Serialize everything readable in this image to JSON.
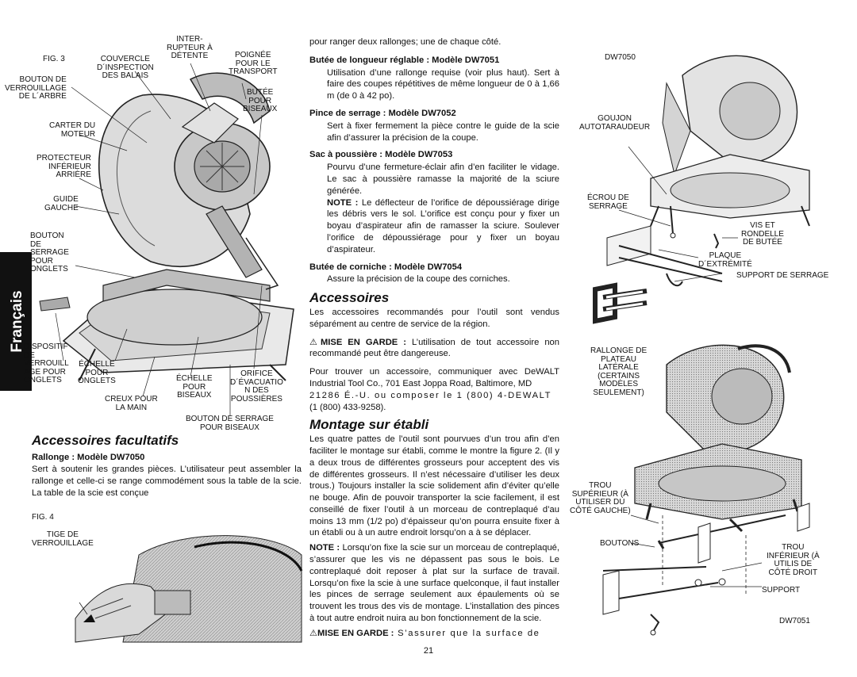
{
  "side_tab": "Français",
  "page_number": "21",
  "fig3": {
    "fig_label": "FIG. 3",
    "labels": {
      "inter_rupteur": "INTER-\nRUPTEUR À\nDÉTENTE",
      "couvercle": "COUVERCLE\nD´INSPECTION\nDES BALAIS",
      "poignee": "POIGNÉE\nPOUR LE\nTRANSPORT",
      "bouton_verrouillage": "BOUTON DE\nVERROUILLAGE\nDE L´ARBRE",
      "butee_biseaux": "BUTÉE\nPOUR\nBISEAUX",
      "carter": "CARTER DU\nMOTEUR",
      "protecteur": "PROTECTEUR\nINFÉRIEUR\nARRIÈRE",
      "guide": "GUIDE\nGAUCHE",
      "bouton_onglets": "BOUTON\nDE\nSERRAGE\nPOUR\nONGLETS",
      "dispositif": "DISPOSITIF\nDE\nVERROUILL\nAGE POUR\nONGLETS",
      "echelle_onglets": "ÉCHELLE\nPOUR\nONGLETS",
      "echelle_biseaux": "ÉCHELLE\nPOUR\nBISEAUX",
      "orifice": "ORIFICE\nD´ÉVACUATIO\nN DES\nPOUSSIÈRES",
      "creux": "CREUX POUR\nLA MAIN",
      "bouton_biseaux": "BOUTON DE SERRAGE\nPOUR BISEAUX"
    }
  },
  "left_section": {
    "heading": "Accessoires facultatifs",
    "sub_heading": "Rallonge : Modèle DW7050",
    "paragraph": "Sert à soutenir les grandes pièces.  L’utilisateur peut assembler la rallonge et celle-ci se range commodément sous la table de la scie.  La table de la scie est conçue"
  },
  "fig4": {
    "fig_label": "FIG. 4",
    "tige": "TIGE DE\nVERROUILLAGE"
  },
  "middle": {
    "intro": "pour ranger deux rallonges; une de chaque côté.",
    "items": [
      {
        "title": "Butée de longueur réglable : Modèle DW7051",
        "text": "Utilisation d’une rallonge requise (voir plus haut). Sert à faire des coupes répétitives de même longueur de 0 à 1,66 m (de 0 à 42 po)."
      },
      {
        "title": "Pince de serrage : Modèle DW7052",
        "text": "Sert à fixer fermement la pièce contre le guide de la scie afin d’assurer la précision de la coupe."
      },
      {
        "title": "Sac à poussière : Modèle DW7053",
        "text": "Pourvu d’une fermeture-éclair afin d’en faciliter le vidage.  Le sac à poussière ramasse la majorité de la sciure générée.",
        "note_label": "NOTE :",
        "note": " Le déflecteur de l’orifice de dépoussiérage dirige les débris vers le sol.  L’orifice est conçu pour y fixer un boyau d’aspirateur afin de ramasser la sciure.  Soulever l’orifice de dépoussiérage pour y fixer un boyau d’aspirateur."
      },
      {
        "title": "Butée de corniche : Modèle DW7054",
        "text": "Assure la précision de la coupe des corniches."
      }
    ],
    "accessoires": {
      "heading": "Accessoires",
      "p1": "Les accessoires recommandés pour l’outil sont vendus séparément au centre de service de la région.",
      "warn_label": "MISE EN GARDE :",
      "warn": " L’utilisation de tout accessoire non recommandé peut être dangereuse.",
      "p2a": "Pour trouver un accessoire, communiquer avec DeWALT Industrial Tool Co., 701 East Joppa Road, Baltimore, MD",
      "p2b": "21286 É.-U. ou composer le 1 (800) 4-DEWALT",
      "p2c": "(1 (800) 433-9258)."
    },
    "montage": {
      "heading": "Montage sur établi",
      "p1": "Les quatre pattes de l’outil sont pourvues d’un trou afin d’en faciliter le montage sur établi, comme le montre la figure 2.  (Il y a deux trous de différentes grosseurs pour acceptent des vis de différentes grosseurs.  Il n’est nécessaire d’utiliser les deux trous.)  Toujours installer la scie solidement afin d’éviter qu’elle ne bouge.  Afin de pouvoir transporter la scie facilement, il est conseillé de fixer l’outil à un morceau de contreplaqué d’au moins 13 mm (1/2 po) d’épaisseur qu’on pourra ensuite fixer à un établi ou à un autre endroit lorsqu’on a à se déplacer.",
      "note_label": "NOTE :",
      "note": " Lorsqu’on fixe la scie sur un morceau de contreplaqué, s’assurer que les vis ne dépassent pas sous le bois.  Le contreplaqué doit reposer à plat sur la surface de travail.  Lorsqu’on fixe la scie à une surface quelconque, il faut installer les pinces de serrage seulement aux épaulements où se trouvent les trous des vis de montage.  L’installation des pinces à tout autre endroit nuira au bon fonctionnement de la scie.",
      "warn_label": "MISE EN GARDE :",
      "warn": " S’assurer que la surface de"
    }
  },
  "right_fig": {
    "dw7050": "DW7050",
    "goujon": "GOUJON\nAUTOTARAUDEUR",
    "ecrou": "ÉCROU DE\nSERRAGE",
    "vis": "VIS ET\nRONDELLE\nDE BUTÉE",
    "plaque": "PLAQUE\nD´EXTRÉMITÉ",
    "support_serrage": "SUPPORT DE SERRAGE",
    "rallonge": "RALLONGE DE\nPLATEAU\nLATÉRALE\n(CERTAINS\nMODÈLES\nSEULEMENT)",
    "trou_sup": "TROU\nSUPÉRIEUR (À\nUTILISER DU\nCÔTÉ GAUCHE)",
    "boutons": "BOUTONS",
    "trou_inf": "TROU\nINFÉRIEUR (À\nUTILIS DE\nCÔTÉ DROIT",
    "support": "SUPPORT",
    "dw7051": "DW7051"
  }
}
